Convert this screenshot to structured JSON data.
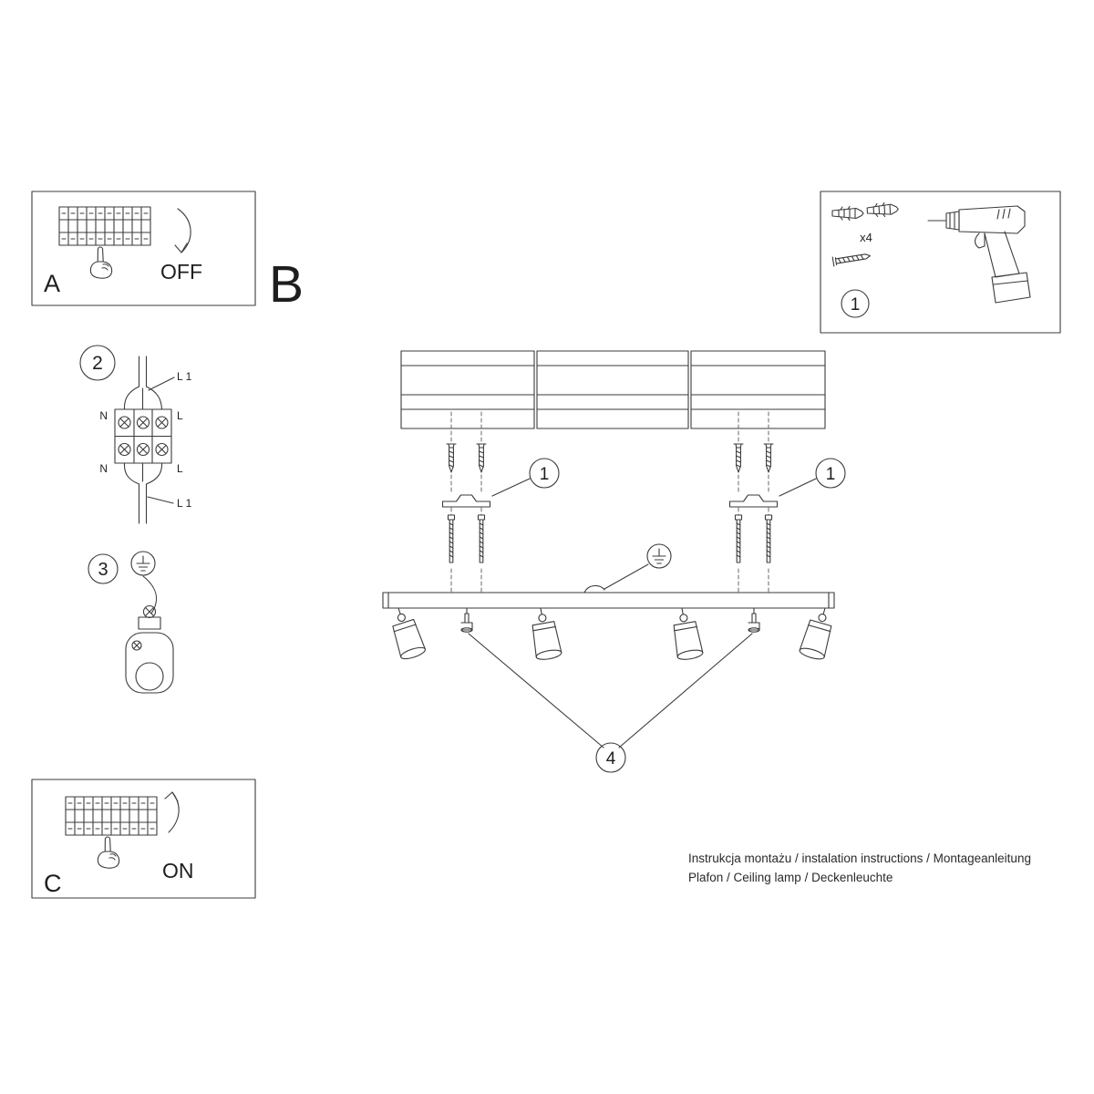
{
  "box_a": {
    "letter": "A",
    "state": "OFF"
  },
  "box_c": {
    "letter": "C",
    "state": "ON"
  },
  "section_b": {
    "letter": "B"
  },
  "steps": {
    "one": "1",
    "two": "2",
    "three": "3",
    "four": "4"
  },
  "hardware": {
    "count": "x4"
  },
  "wiring": {
    "l1_top": "L 1",
    "l1_bottom": "L 1",
    "n_top": "N",
    "l_top": "L",
    "n_bottom": "N",
    "l_bottom": "L"
  },
  "footer": {
    "line1": "Instrukcja montażu / instalation instructions / Montageanleitung",
    "line2": "Plafon / Ceiling lamp / Deckenleuchte"
  }
}
